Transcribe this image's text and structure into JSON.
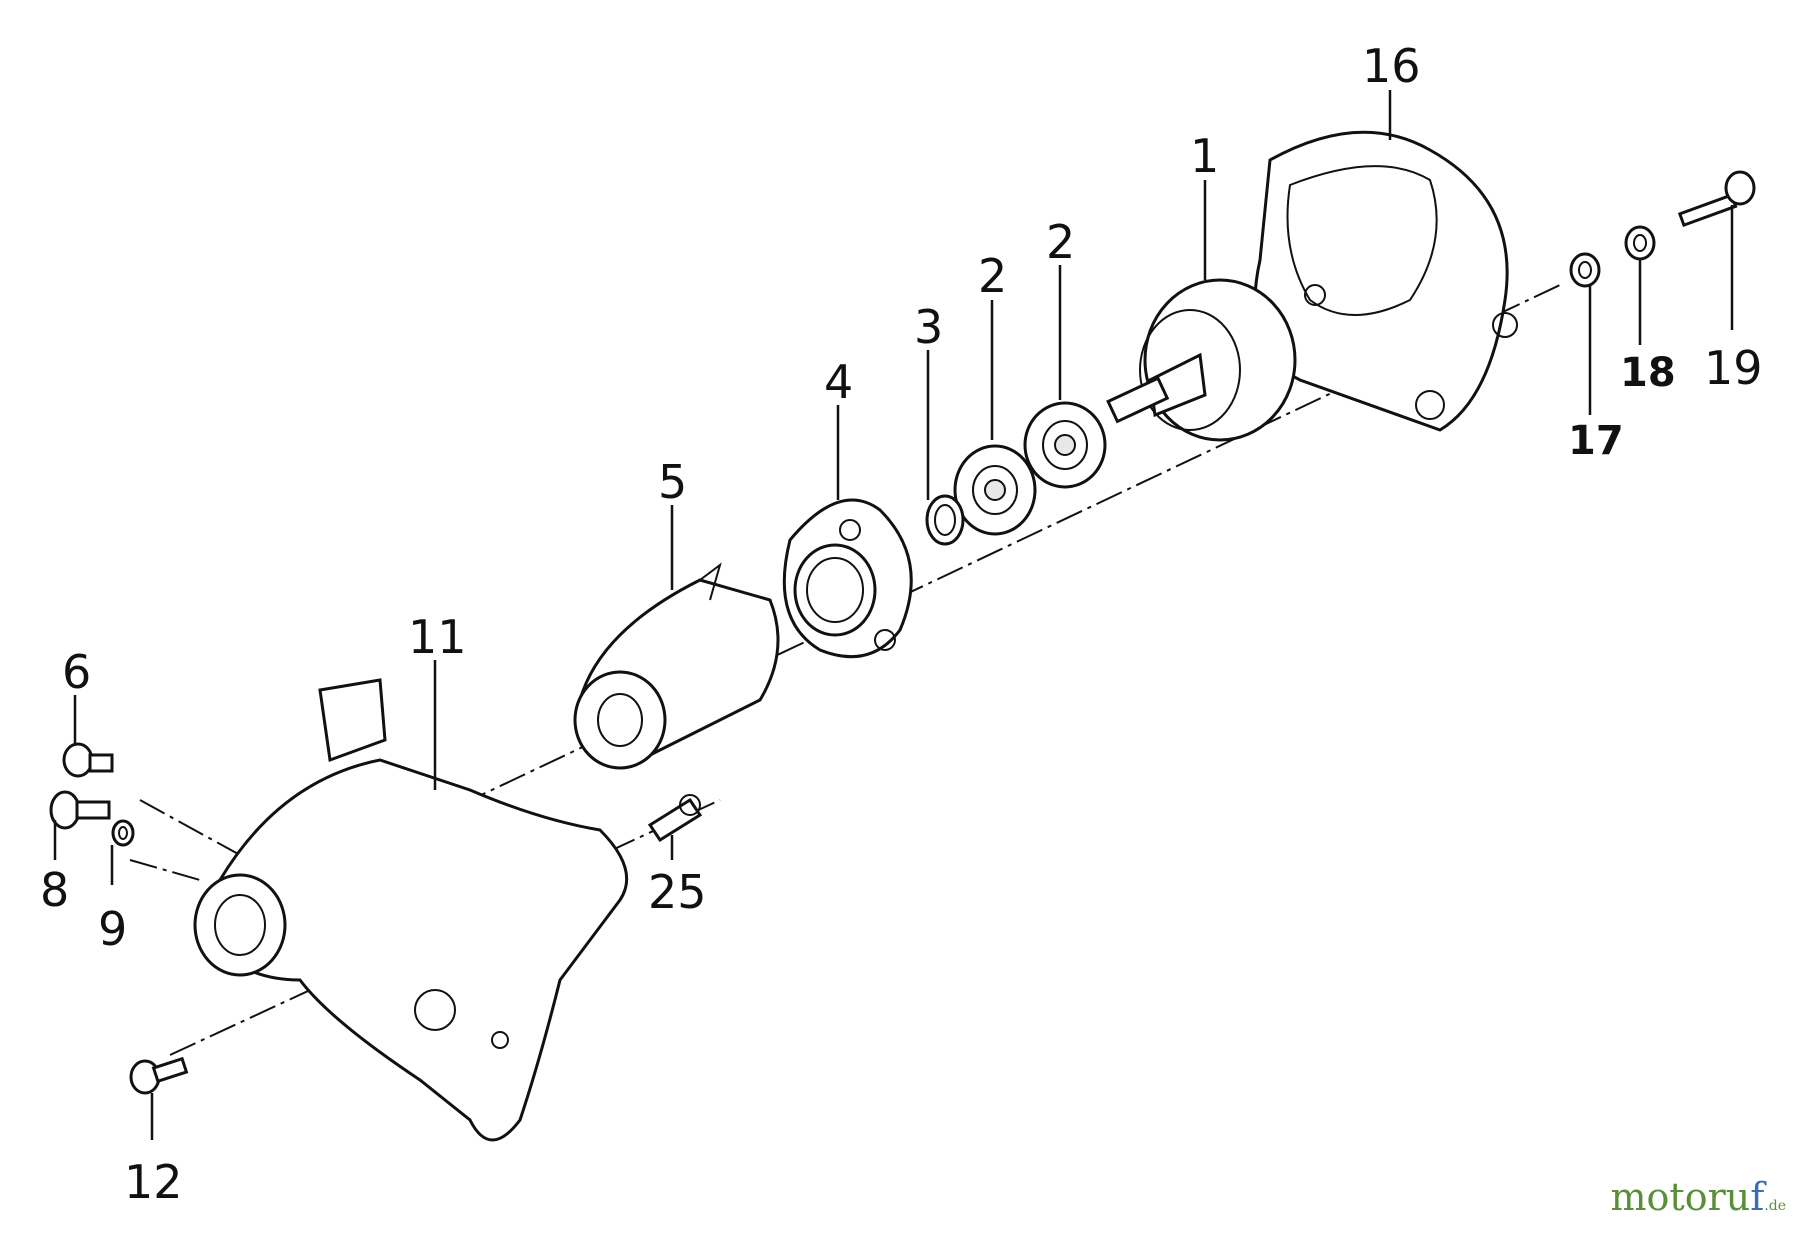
{
  "diagram": {
    "part_numbers": {
      "p1": "1",
      "p2a": "2",
      "p2b": "2",
      "p3": "3",
      "p4": "4",
      "p5": "5",
      "p6": "6",
      "p8": "8",
      "p9": "9",
      "p11": "11",
      "p12": "12",
      "p16": "16",
      "p17": "17",
      "p18": "18",
      "p19": "19",
      "p25": "25"
    }
  },
  "watermark": {
    "brand_main": "motoru",
    "brand_f": "f",
    "brand_tld": ".de"
  }
}
